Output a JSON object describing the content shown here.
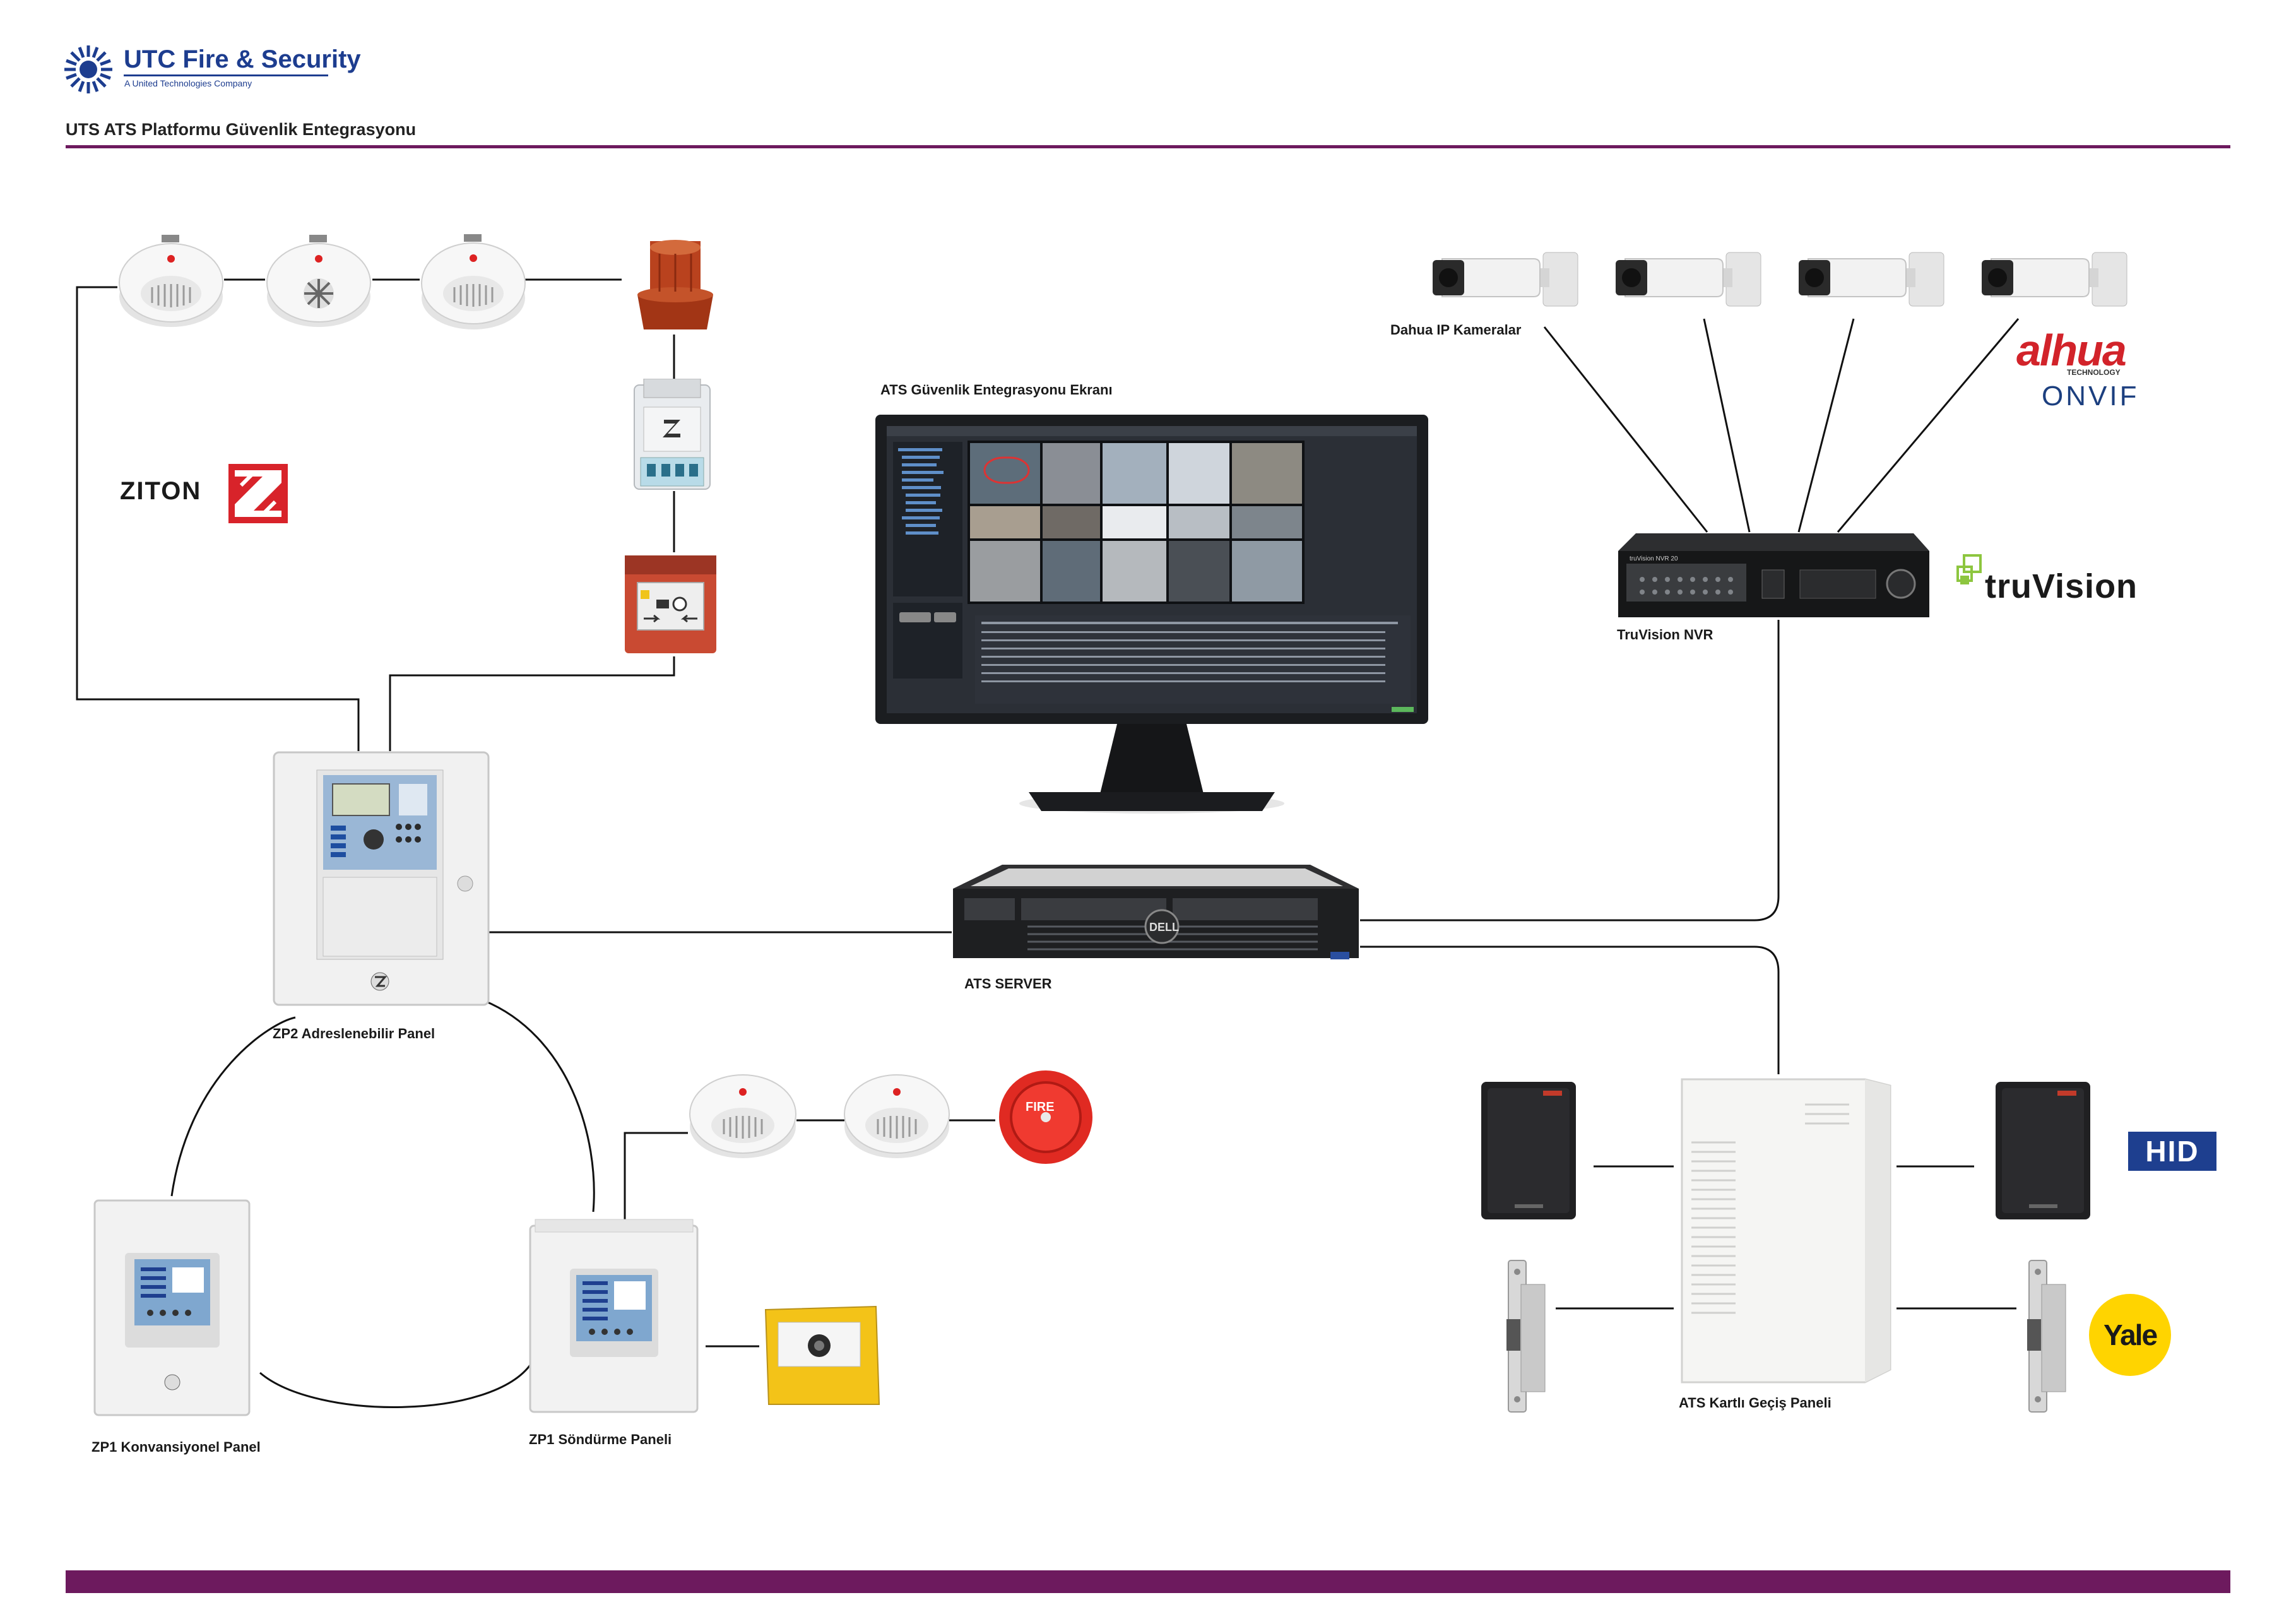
{
  "header": {
    "company": "UTC Fire & Security",
    "company_sub": "A United Technologies Company",
    "title": "UTS ATS Platformu Güvenlik Entegrasyonu"
  },
  "brands": {
    "ziton": "ZITON",
    "dahua": "alhua",
    "dahua_sub": "TECHNOLOGY",
    "onvif": "ONVIF",
    "truvision": "truVision",
    "hid": "HID",
    "yale": "Yale"
  },
  "labels": {
    "dahua_cameras": "Dahua IP Kameralar",
    "ats_screen": "ATS Güvenlik Entegrasyonu Ekranı",
    "truvision_nvr": "TruVision NVR",
    "ats_server": "ATS SERVER",
    "zp2_panel": "ZP2 Adreslenebilir Panel",
    "zp1_conventional": "ZP1 Konvansiyonel Panel",
    "zp1_extinguishing": "ZP1 Söndürme Paneli",
    "ats_access_panel": "ATS Kartlı Geçiş Paneli"
  },
  "colors": {
    "accent": "#6d1a5e",
    "utc_blue": "#1d3d8f",
    "ziton_red": "#d8232a",
    "hid_blue": "#1e3f8f",
    "yale_yellow": "#ffd400"
  }
}
